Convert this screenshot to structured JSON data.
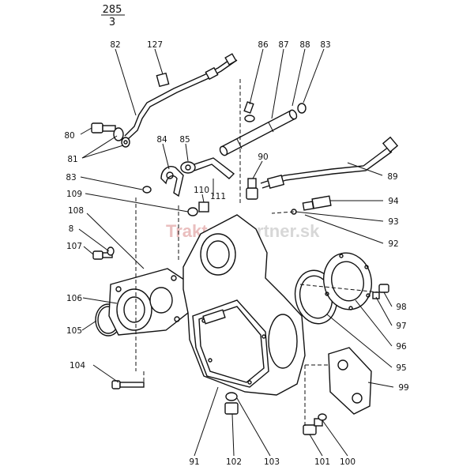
{
  "header": {
    "top": "285",
    "bottom": "3"
  },
  "watermark": {
    "part_a": "Traktor",
    "part_b": "Partner.sk"
  },
  "labels": {
    "l82": "82",
    "l127": "127",
    "l86": "86",
    "l87": "87",
    "l88": "88",
    "l83a": "83",
    "l80": "80",
    "l81": "81",
    "l84": "84",
    "l85": "85",
    "l90": "90",
    "l89": "89",
    "l83b": "83",
    "l109": "109",
    "l110": "110",
    "l111": "111",
    "l94": "94",
    "l108": "108",
    "l93": "93",
    "l92": "92",
    "l8": "8",
    "l107": "107",
    "l106": "106",
    "l98": "98",
    "l97": "97",
    "l105": "105",
    "l96": "96",
    "l95": "95",
    "l104": "104",
    "l99": "99",
    "l91": "91",
    "l102": "102",
    "l103": "103",
    "l101": "101",
    "l100": "100"
  }
}
